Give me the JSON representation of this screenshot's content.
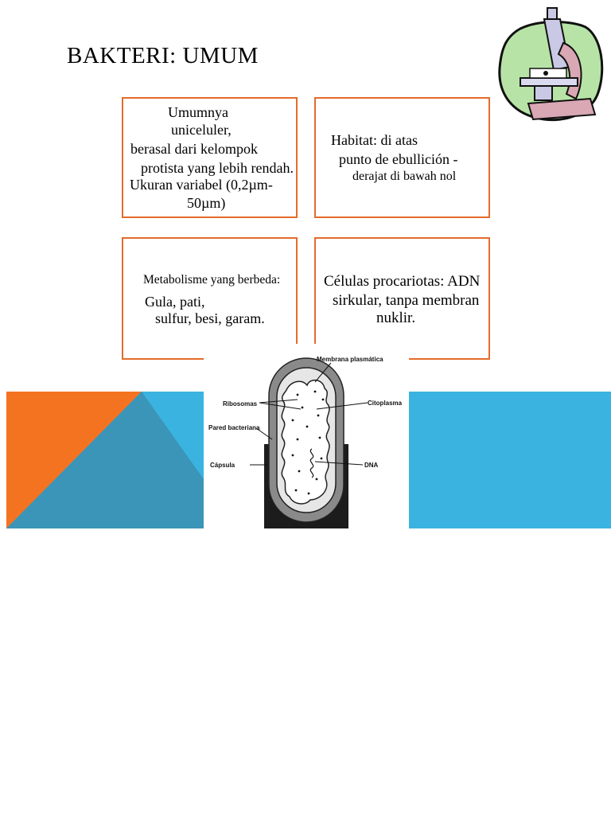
{
  "slide": {
    "title": "BAKTERI: UMUM"
  },
  "cards": [
    {
      "lines": [
        "Umumnya",
        "uniceluler,",
        "berasal dari kelompok",
        "protista yang lebih rendah.",
        "Ukuran variabel (0,2µm-",
        "50µm)"
      ]
    },
    {
      "lines": [
        "Habitat: di atas",
        "punto de ebullición -",
        "derajat di bawah nol"
      ]
    },
    {
      "lines": [
        "Metabolisme yang berbeda:",
        "Gula, pati,",
        "sulfur, besi, garam."
      ]
    },
    {
      "lines": [
        "Células procariotas: ADN",
        "sirkular, tanpa membran",
        "nuklir."
      ]
    }
  ],
  "diagram": {
    "labels": {
      "membrane": "Membrana plasmática",
      "ribosomes": "Ribosomas",
      "cytoplasm": "Citoplasma",
      "wall": "Pared bacteriana",
      "capsule": "Cápsula",
      "dna": "DNA"
    }
  },
  "colors": {
    "accent_orange": "#f47321",
    "accent_blue": "#3bb3e0",
    "accent_teal": "#3a95b8",
    "card_border": "#e36c2a"
  },
  "icons": {
    "clipart": "microscope-icon"
  }
}
